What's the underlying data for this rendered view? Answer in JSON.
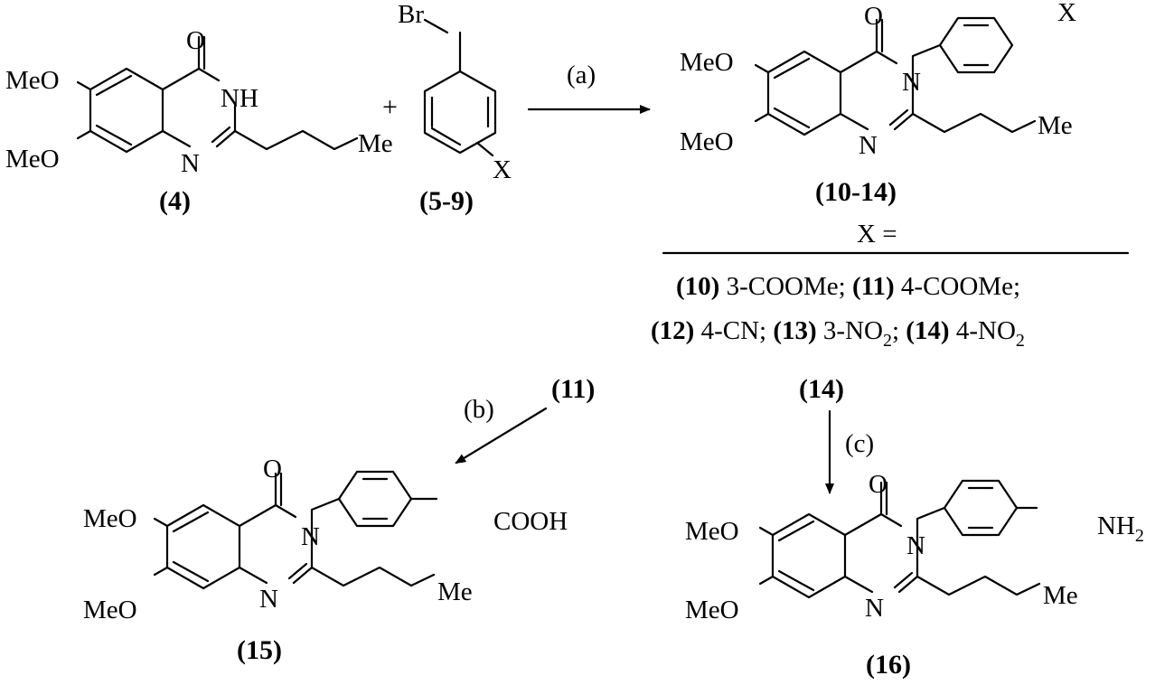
{
  "atoms": {
    "o": "O",
    "nh": "NH",
    "n": "N",
    "meo": "MeO",
    "me": "Me",
    "br": "Br",
    "x": "X",
    "cooh": "COOH",
    "nh2_main": "NH",
    "nh2_sub": "2",
    "plus": "+"
  },
  "compounds": {
    "c4": "(4)",
    "c5_9": "(5-9)",
    "c10_14": "(10-14)",
    "c11": "(11)",
    "c14": "(14)",
    "c15": "(15)",
    "c16": "(16)"
  },
  "conditions": {
    "a": "(a)",
    "b": "(b)",
    "c": "(c)"
  },
  "substituents": {
    "header": "X =",
    "line1": [
      {
        "id": "(10)",
        "text": " 3-COOMe; "
      },
      {
        "id": "(11)",
        "text": " 4-COOMe;"
      }
    ],
    "line2": [
      {
        "id": "(12)",
        "text": " 4-CN; "
      },
      {
        "id": "(13)",
        "text": " 3-NO",
        "sub": "2",
        "after": "; "
      },
      {
        "id": "(14)",
        "text": " 4-NO",
        "sub": "2"
      }
    ]
  }
}
